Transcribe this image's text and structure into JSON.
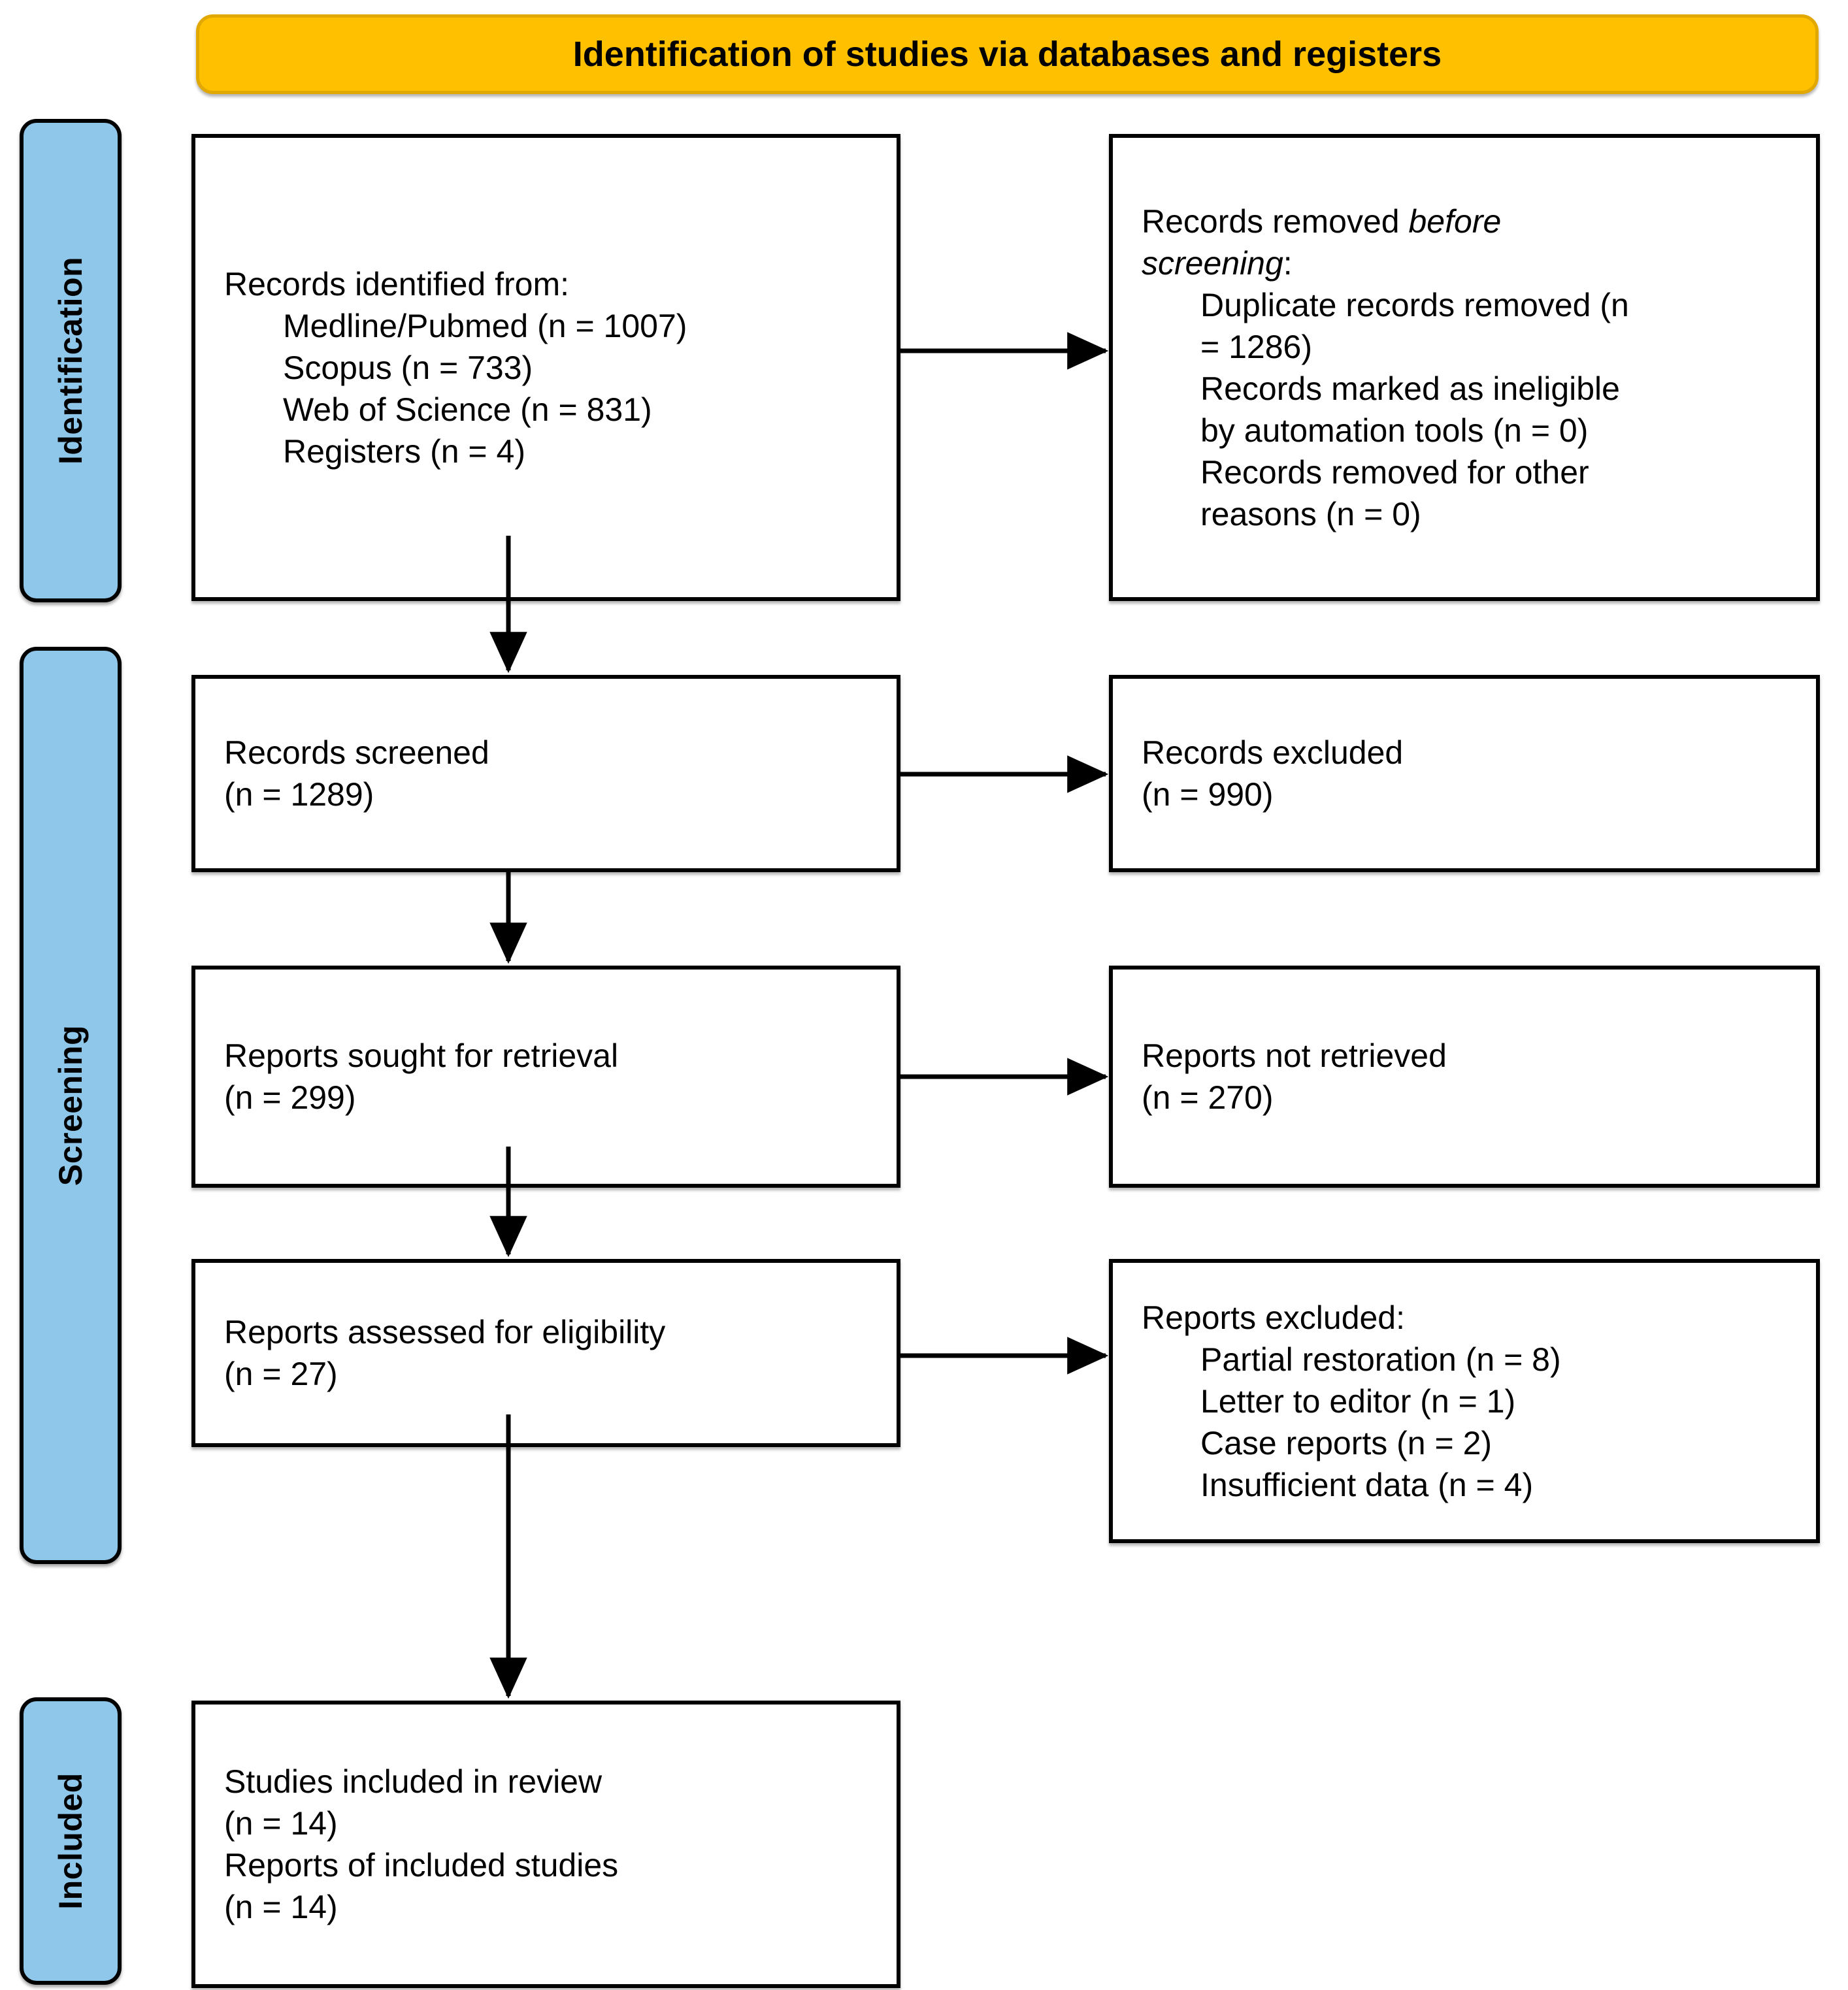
{
  "banner": {
    "title": "Identification of studies via databases and registers"
  },
  "colors": {
    "banner_fill": "#FFC000",
    "banner_border": "#E0A800",
    "stage_fill": "#8FC7EB",
    "box_border": "#000000",
    "box_fill": "#FFFFFF"
  },
  "stages": [
    {
      "id": "identification",
      "label": "Identification"
    },
    {
      "id": "screening",
      "label": "Screening"
    },
    {
      "id": "included",
      "label": "Included"
    }
  ],
  "boxes": {
    "identified": {
      "name": "records-identified",
      "lines": [
        {
          "text": "Records identified from:",
          "indent": false,
          "italic": false
        },
        {
          "text": "Medline/Pubmed (n = 1007)",
          "indent": true,
          "italic": false
        },
        {
          "text": "Scopus (n = 733)",
          "indent": true,
          "italic": false
        },
        {
          "text": "Web of Science (n = 831)",
          "indent": true,
          "italic": false
        },
        {
          "text": "Registers (n = 4)",
          "indent": true,
          "italic": false
        }
      ]
    },
    "removed": {
      "name": "records-removed-before-screening",
      "lines": [
        {
          "text": "Records removed ",
          "indent": false,
          "italic": false,
          "italic_tail": "before"
        },
        {
          "text": "screening",
          "indent": false,
          "italic": true,
          "plain_tail": ":"
        },
        {
          "text": "Duplicate records removed (n",
          "indent": true,
          "italic": false
        },
        {
          "text": "= 1286)",
          "indent": true,
          "italic": false,
          "hang": true
        },
        {
          "text": "Records marked as ineligible",
          "indent": true,
          "italic": false
        },
        {
          "text": "by automation tools (n = 0)",
          "indent": true,
          "italic": false,
          "hang": true
        },
        {
          "text": "Records removed for other",
          "indent": true,
          "italic": false
        },
        {
          "text": "reasons (n = 0)",
          "indent": true,
          "italic": false,
          "hang": true
        }
      ]
    },
    "screened": {
      "name": "records-screened",
      "lines": [
        {
          "text": "Records screened",
          "indent": false,
          "italic": false
        },
        {
          "text": "(n = 1289)",
          "indent": false,
          "italic": false
        }
      ]
    },
    "excluded": {
      "name": "records-excluded",
      "lines": [
        {
          "text": "Records excluded",
          "indent": false,
          "italic": false
        },
        {
          "text": "(n = 990)",
          "indent": false,
          "italic": false
        }
      ]
    },
    "sought": {
      "name": "reports-sought-for-retrieval",
      "lines": [
        {
          "text": "Reports sought for retrieval",
          "indent": false,
          "italic": false
        },
        {
          "text": "(n = 299)",
          "indent": false,
          "italic": false
        }
      ]
    },
    "notretrieved": {
      "name": "reports-not-retrieved",
      "lines": [
        {
          "text": "Reports not retrieved",
          "indent": false,
          "italic": false
        },
        {
          "text": "(n = 270)",
          "indent": false,
          "italic": false
        }
      ]
    },
    "assessed": {
      "name": "reports-assessed-for-eligibility",
      "lines": [
        {
          "text": "Reports assessed for eligibility",
          "indent": false,
          "italic": false
        },
        {
          "text": "(n = 27)",
          "indent": false,
          "italic": false
        }
      ]
    },
    "reportsexcluded": {
      "name": "reports-excluded-with-reasons",
      "lines": [
        {
          "text": "Reports excluded:",
          "indent": false,
          "italic": false
        },
        {
          "text": "Partial restoration (n = 8)",
          "indent": true,
          "italic": false
        },
        {
          "text": "Letter to editor (n = 1)",
          "indent": true,
          "italic": false
        },
        {
          "text": "Case reports (n = 2)",
          "indent": true,
          "italic": false
        },
        {
          "text": "Insufficient data (n = 4)",
          "indent": true,
          "italic": false
        }
      ]
    },
    "includedstudies": {
      "name": "studies-included-in-review",
      "lines": [
        {
          "text": "Studies included in review",
          "indent": false,
          "italic": false
        },
        {
          "text": "(n = 14)",
          "indent": false,
          "italic": false
        },
        {
          "text": "Reports of included studies",
          "indent": false,
          "italic": false
        },
        {
          "text": "(n = 14)",
          "indent": false,
          "italic": false
        }
      ]
    }
  },
  "flow_data": {
    "type": "prisma-flow-diagram",
    "identified": {
      "Medline/Pubmed": 1007,
      "Scopus": 733,
      "Web of Science": 831,
      "Registers": 4
    },
    "removed_before_screening": {
      "duplicate_records_removed": 1286,
      "marked_ineligible_by_automation_tools": 0,
      "removed_for_other_reasons": 0
    },
    "records_screened": 1289,
    "records_excluded": 990,
    "reports_sought_for_retrieval": 299,
    "reports_not_retrieved": 270,
    "reports_assessed_for_eligibility": 27,
    "reports_excluded": {
      "partial_restoration": 8,
      "letter_to_editor": 1,
      "case_reports": 2,
      "insufficient_data": 4
    },
    "studies_included_in_review": 14,
    "reports_of_included_studies": 14
  }
}
